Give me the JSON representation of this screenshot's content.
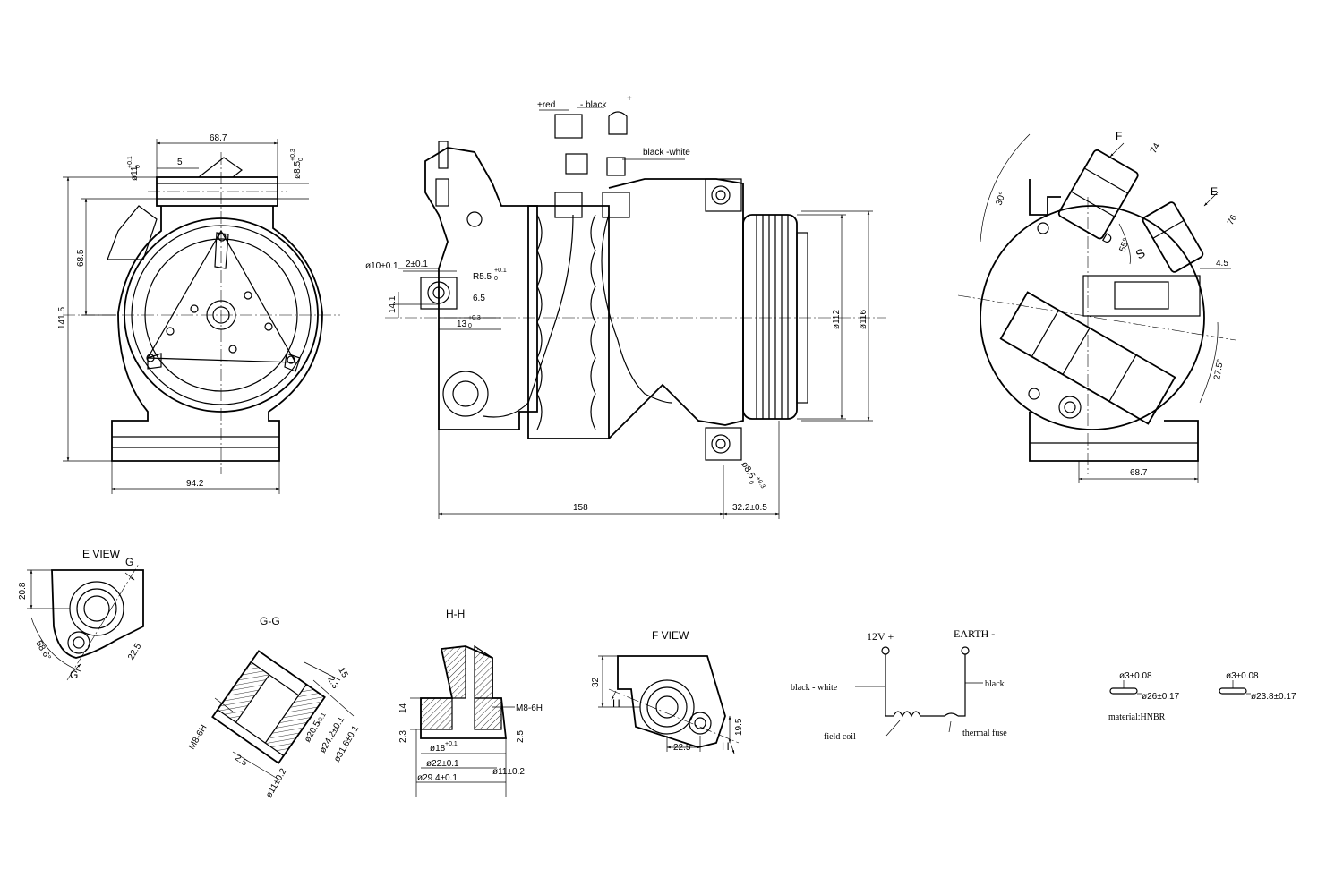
{
  "front_view": {
    "dim_width_top": "68.7",
    "dim_hole_dia": "ø11",
    "dim_hole_tol_upper": "+0.1",
    "dim_hole_tol_lower": "0",
    "dim_offset": "5",
    "dim_bolt_dia": "ø8.5",
    "dim_bolt_tol_upper": "+0.3",
    "dim_bolt_tol_lower": "0",
    "dim_height_upper": "68.5",
    "dim_height_total": "141.5",
    "dim_base_width": "94.2"
  },
  "side_view": {
    "connector_red": "+red",
    "connector_black": "- black",
    "connector_plus": "+",
    "wire_black_white": "black -white",
    "dim_ear_dia": "ø10±0.1",
    "dim_ear_offset": "2±0.1",
    "dim_radius": "R5.5",
    "dim_radius_tol_upper": "+0.1",
    "dim_radius_tol_lower": "0",
    "dim_6_5": "6.5",
    "dim_14_1": "14.1",
    "dim_13": "13",
    "dim_13_tol_upper": "+0.3",
    "dim_13_tol_lower": "0",
    "dim_pulley_112": "ø112",
    "dim_pulley_116": "ø116",
    "dim_length": "158",
    "dim_pulley_offset": "32.2±0.5",
    "dim_mount_hole": "ø8.5",
    "dim_mount_tol_upper": "+0.3",
    "dim_mount_tol_lower": "0"
  },
  "rear_view": {
    "label_f": "F",
    "label_e": "E",
    "dim_74": "74",
    "dim_76": "76",
    "dim_30": "30°",
    "dim_55": "55°",
    "letter_d": "D",
    "letter_s": "S",
    "dim_4_5": "4.5",
    "dim_27_5": "27.5°",
    "dim_68_7": "68.7"
  },
  "e_view": {
    "title": "E VIEW",
    "label_g_top": "G",
    "label_g_bottom": "G",
    "dim_20_8": "20.8",
    "dim_58_6": "58.6°",
    "dim_22_5": "22.5"
  },
  "gg_section": {
    "title": "G-G",
    "dim_15": "15",
    "dim_2_3": "2.3",
    "dim_thread": "M8-6H",
    "dim_20_5": "ø20.5",
    "dim_20_5_tol": "+0.1",
    "dim_24_2": "ø24.2±0.1",
    "dim_31_6": "ø31.6±0.1",
    "dim_2_5": "2.5",
    "dim_11": "ø11±0.2"
  },
  "hh_section": {
    "title": "H-H",
    "dim_thread": "M8-6H",
    "dim_14": "14",
    "dim_2_3": "2.3",
    "dim_18": "ø18",
    "dim_18_tol": "+0.1",
    "dim_22": "ø22±0.1",
    "dim_29_4": "ø29.4±0.1",
    "dim_11": "ø11±0.2",
    "dim_2_5": "2.5"
  },
  "f_view": {
    "title": "F VIEW",
    "label_h_left": "H",
    "label_h_right": "H",
    "dim_32": "32",
    "dim_22_5": "22.5",
    "dim_19_5": "19.5"
  },
  "wiring": {
    "label_12v": "12V +",
    "label_earth": "EARTH -",
    "wire_black_white": "black - white",
    "wire_black": "black",
    "field_coil": "field coil",
    "thermal_fuse": "thermal fuse"
  },
  "orings": {
    "oring1_section": "ø3±0.08",
    "oring1_id": "ø26±0.17",
    "oring2_section": "ø3±0.08",
    "oring2_id": "ø23.8±0.17",
    "material": "material:HNBR"
  }
}
